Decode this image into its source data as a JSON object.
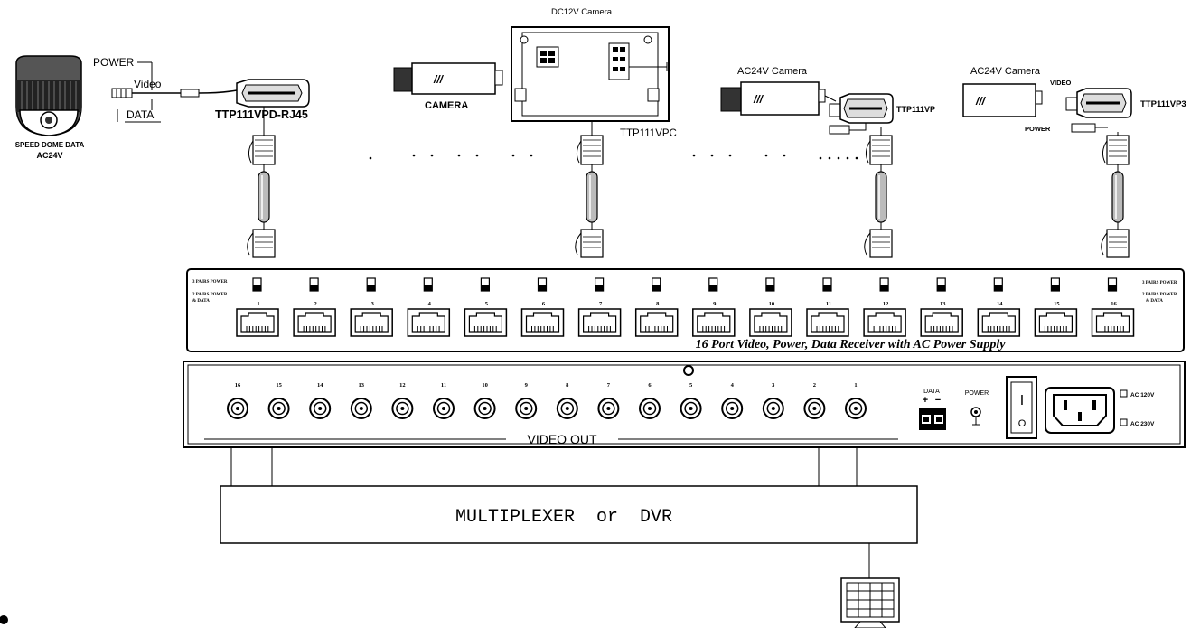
{
  "top_devices": {
    "speed_dome_label_1": "SPEED DOME DATA",
    "speed_dome_label_2": "AC24V",
    "power_label": "POWER",
    "video_label": "Video",
    "data_label": "DATA",
    "balun1_label": "TTP111VPD-RJ45",
    "camera_label": "CAMERA",
    "dc12_label": "DC12V Camera",
    "balun2_label": "TTP111VPC",
    "ac24_label_a": "AC24V Camera",
    "balun3_label": "TTP111VP",
    "ac24_label_b": "AC24V Camera",
    "video_label_b": "VIDEO",
    "power_label_b": "POWER",
    "balun4_label": "TTP111VP3"
  },
  "receiver": {
    "legend_left_1": "3 PAIRS POWER",
    "legend_left_2": "2 PAIRS POWER",
    "legend_left_3": "& DATA",
    "legend_right_1": "3 PAIRS POWER",
    "legend_right_2": "2 PAIRS POWER",
    "legend_right_3": "& DATA",
    "ports": [
      "1",
      "2",
      "3",
      "4",
      "5",
      "6",
      "7",
      "8",
      "9",
      "10",
      "11",
      "12",
      "13",
      "14",
      "15",
      "16"
    ],
    "caption": "16 Port Video, Power, Data Receiver with AC Power Supply"
  },
  "back_panel": {
    "bnc_labels": [
      "16",
      "15",
      "14",
      "13",
      "12",
      "11",
      "10",
      "9",
      "8",
      "7",
      "6",
      "5",
      "4",
      "3",
      "2",
      "1"
    ],
    "video_out": "VIDEO OUT",
    "data_label": "DATA",
    "plus": "+",
    "minus": "−",
    "power_label": "POWER",
    "ac120": "AC 120V",
    "ac230": "AC 230V",
    "switch_on": "I",
    "switch_off": "O"
  },
  "mux": {
    "label": "MULTIPLEXER  or  DVR"
  }
}
